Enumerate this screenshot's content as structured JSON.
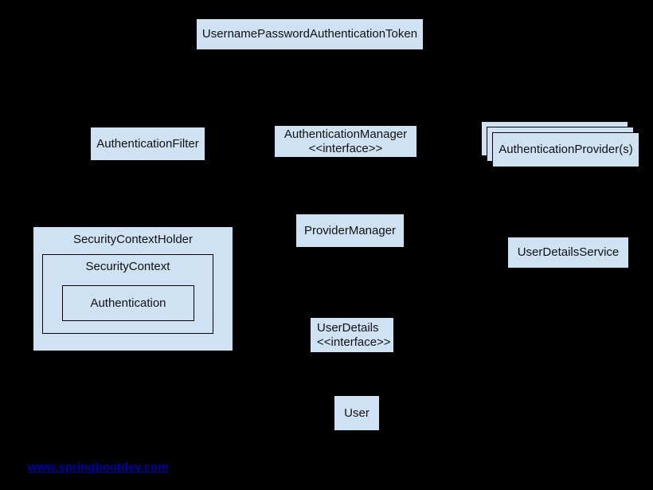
{
  "colors": {
    "background": "#000000",
    "box_fill": "#cfe2f3",
    "box_border": "#000000",
    "text": "#111111",
    "link": "#0000a8"
  },
  "nodes": {
    "token": {
      "label": "UsernamePasswordAuthenticationToken"
    },
    "filter": {
      "label": "AuthenticationFilter"
    },
    "auth_manager": {
      "label": "AuthenticationManager",
      "stereotype": "<<interface>>"
    },
    "providers": {
      "label": "AuthenticationProvider(s)"
    },
    "provider_manager": {
      "label": "ProviderManager"
    },
    "user_details_service": {
      "label": "UserDetailsService"
    },
    "security_context_holder": {
      "label": "SecurityContextHolder"
    },
    "security_context": {
      "label": "SecurityContext"
    },
    "authentication": {
      "label": "Authentication"
    },
    "user_details": {
      "label": "UserDetails",
      "stereotype": "<<interface>>"
    },
    "user": {
      "label": "User"
    }
  },
  "footer": {
    "link": "www.springbootdev.com"
  }
}
